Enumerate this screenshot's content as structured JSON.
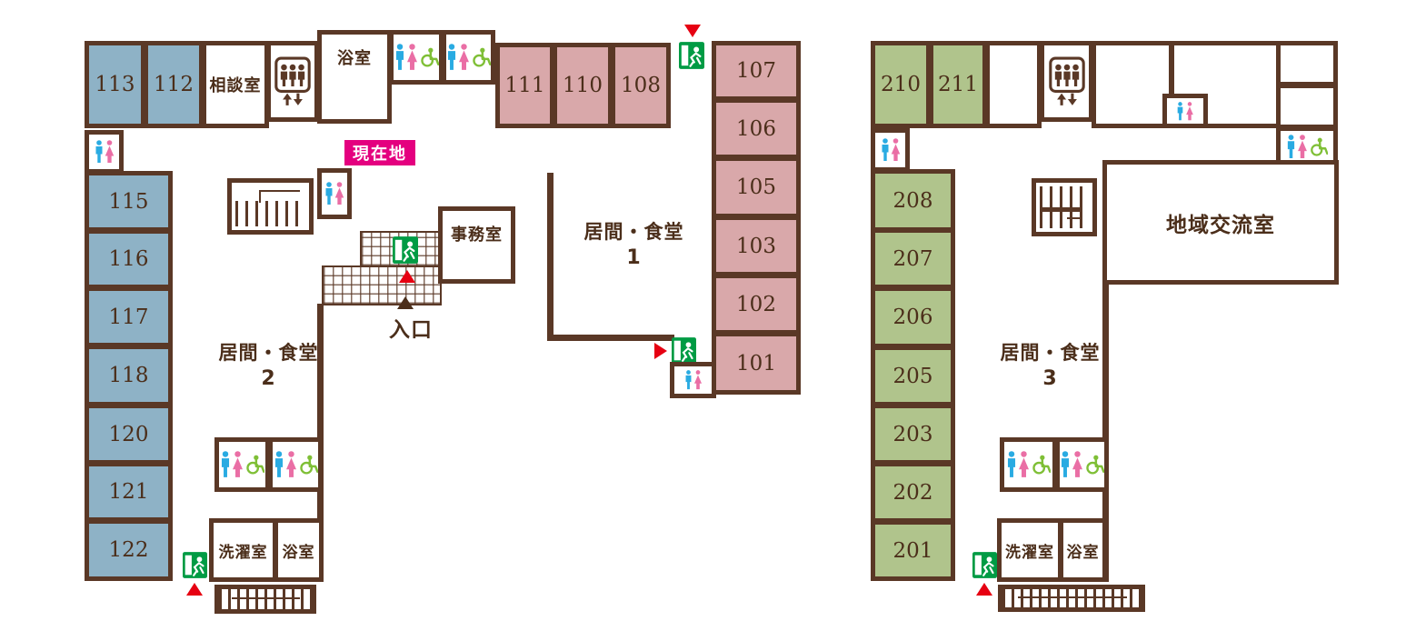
{
  "f1": {
    "blue": [
      "113",
      "112",
      "115",
      "116",
      "117",
      "118",
      "120",
      "121",
      "122"
    ],
    "pink_top": [
      "111",
      "110",
      "108"
    ],
    "pink_right": [
      "107",
      "106",
      "105",
      "103",
      "102",
      "101"
    ],
    "consult": "相談室",
    "bath_top": "浴室",
    "current": "現在地",
    "office": "事務室",
    "living1": "居間・食堂",
    "living1_num": "1",
    "living2": "居間・食堂",
    "living2_num": "2",
    "entrance": "入口",
    "laundry": "洗濯室",
    "bath_bottom": "浴室"
  },
  "f2": {
    "green_top": [
      "210",
      "211"
    ],
    "green_left": [
      "208",
      "207",
      "206",
      "205",
      "203",
      "202",
      "201"
    ],
    "community": "地域交流室",
    "living3": "居間・食堂",
    "living3_num": "3",
    "laundry": "洗濯室",
    "bath": "浴室"
  },
  "icons": {
    "elevator": "elevator-icon",
    "exit": "emergency-exit-icon",
    "man": "male-icon",
    "woman": "female-icon",
    "wheelchair": "wheelchair-icon",
    "stairs": "stairs-pattern",
    "entrance_mat": "hatched-entrance"
  },
  "colors": {
    "wall": "#5a3826",
    "room_blue": "#8eb2c6",
    "room_pink": "#d9a8aa",
    "room_green": "#b0c48c",
    "you_are_here": "#e4007f",
    "exit_sign": "#009b44",
    "direction_arrow": "#e60012",
    "icon_male": "#29abe2",
    "icon_female": "#ea6ea5",
    "icon_wheelchair": "#7fbf36"
  }
}
